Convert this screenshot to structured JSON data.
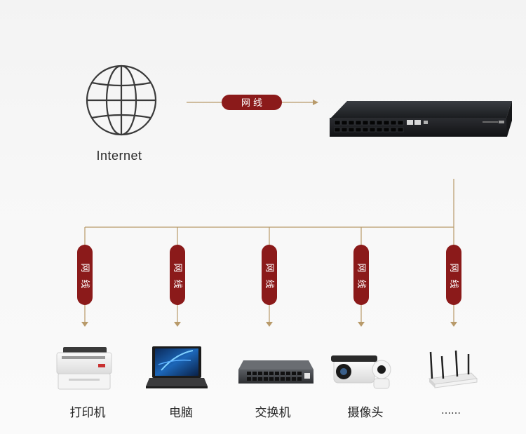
{
  "internet": {
    "label": "Internet"
  },
  "uplink": {
    "label": "网 线"
  },
  "branch_label_chars": [
    "网",
    "线"
  ],
  "devices": [
    {
      "name": "打印机",
      "icon": "printer-icon"
    },
    {
      "name": "电脑",
      "icon": "laptop-icon"
    },
    {
      "name": "交换机",
      "icon": "switch-icon"
    },
    {
      "name": "摄像头",
      "icon": "camera-icon"
    },
    {
      "name": "……",
      "icon": "router-icon"
    }
  ],
  "colors": {
    "cable": "#8b1a1a",
    "line": "#b89a6a"
  }
}
